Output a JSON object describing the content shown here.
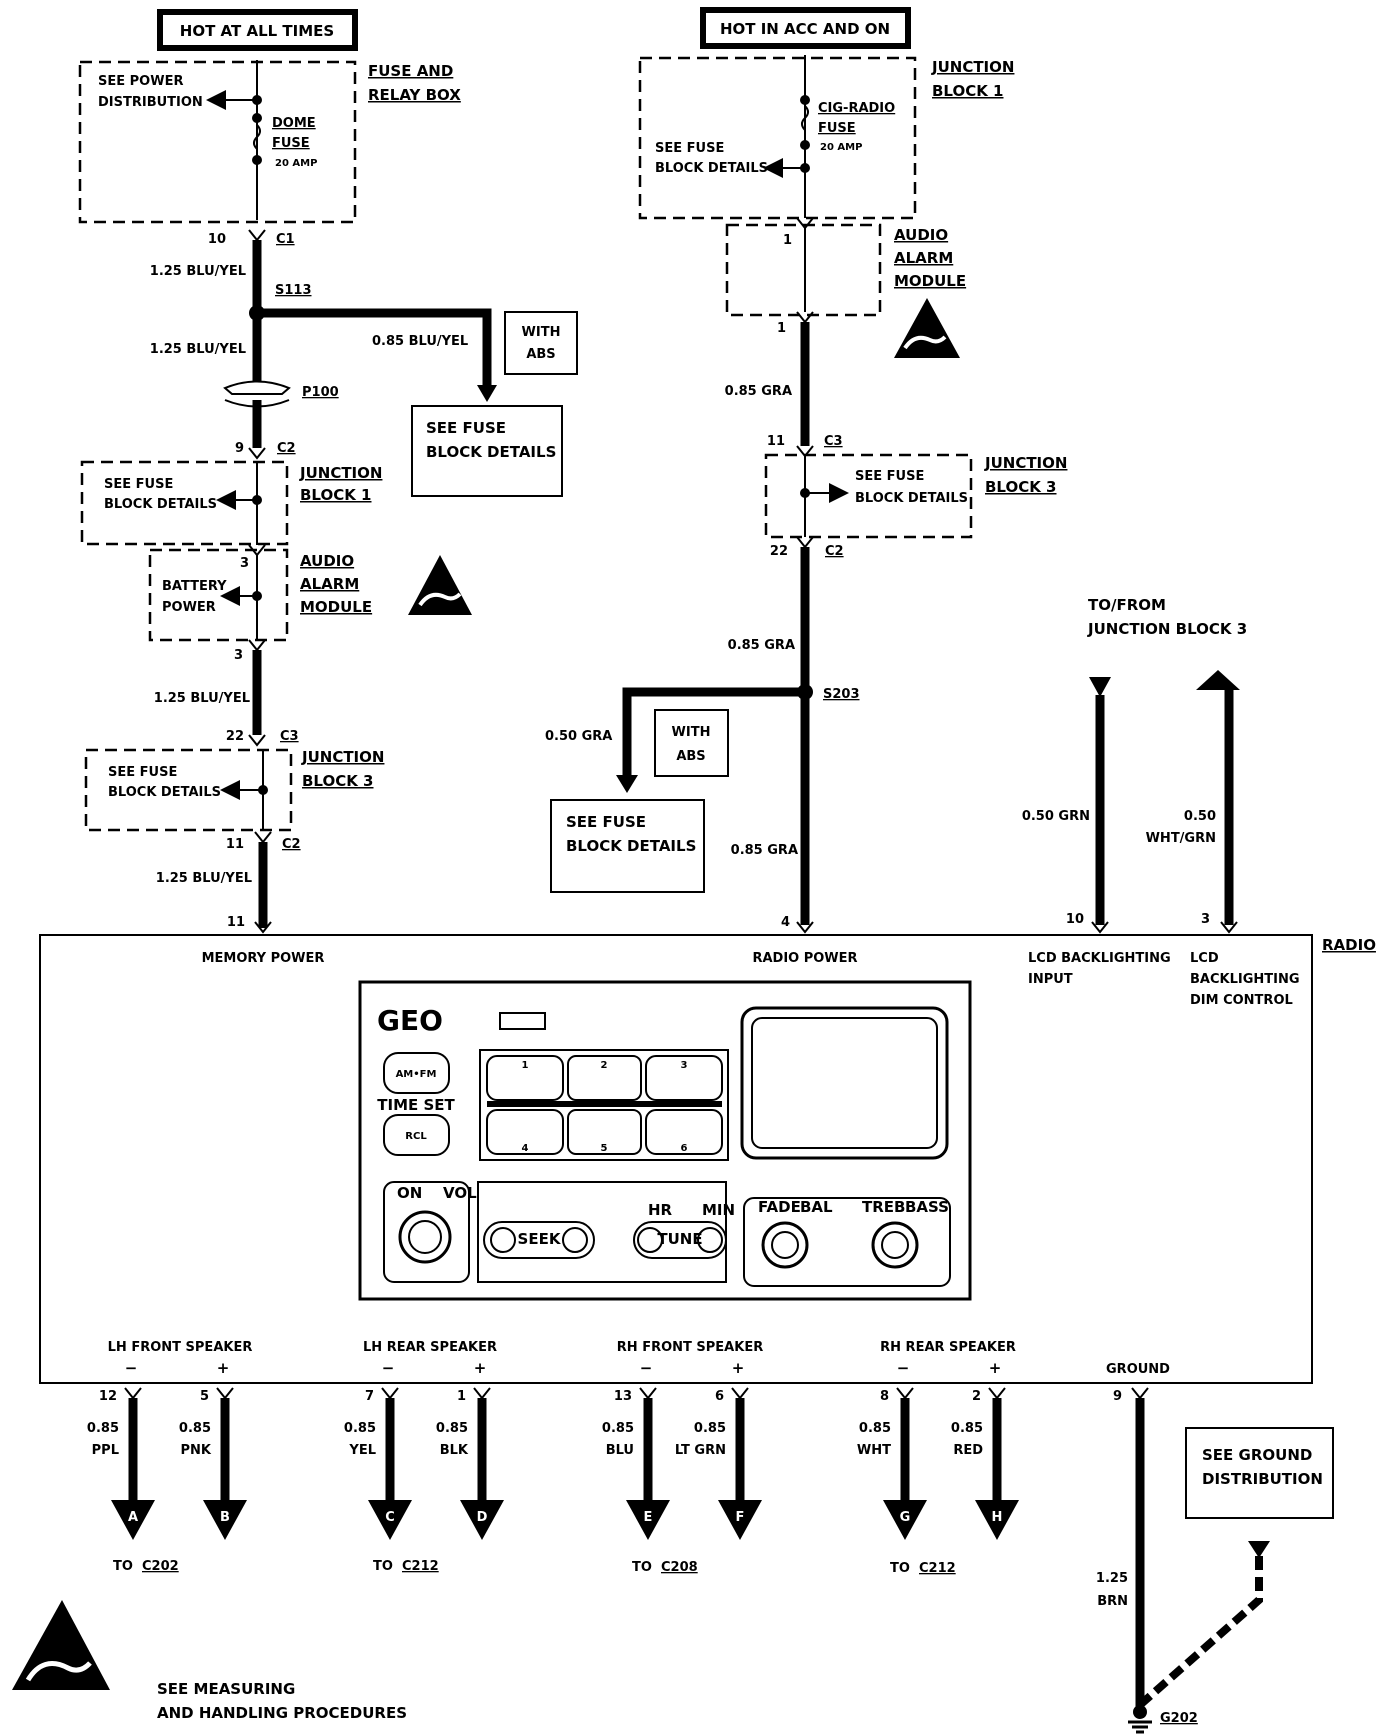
{
  "headers": {
    "hot_all_times": "HOT AT ALL TIMES",
    "hot_acc_on": "HOT IN ACC AND ON"
  },
  "left_column": {
    "see_power_distribution": [
      "SEE POWER",
      "DISTRIBUTION"
    ],
    "dome_fuse": [
      "DOME",
      "FUSE"
    ],
    "dome_fuse_amp": "20 AMP",
    "fuse_relay_box": [
      "FUSE AND",
      "RELAY BOX"
    ],
    "pin_10": "10",
    "c1": "C1",
    "wire_a": "1.25 BLU/YEL",
    "splice": "S113",
    "wire_b": "1.25 BLU/YEL",
    "branch_wire": "0.85 BLU/YEL",
    "with_abs": [
      "WITH",
      "ABS"
    ],
    "see_fuse_block": [
      "SEE FUSE",
      "BLOCK DETAILS"
    ],
    "p100": "P100",
    "pin_9": "9",
    "c2": "C2",
    "jb1_details": [
      "SEE FUSE",
      "BLOCK DETAILS"
    ],
    "junction_block_1": [
      "JUNCTION",
      "BLOCK 1"
    ],
    "pin_3_in": "3",
    "battery_power": [
      "BATTERY",
      "POWER"
    ],
    "audio_alarm_module": [
      "AUDIO",
      "ALARM",
      "MODULE"
    ],
    "pin_3_out": "3",
    "wire_c": "1.25 BLU/YEL",
    "pin_22": "22",
    "c3": "C3",
    "jb3_details": [
      "SEE FUSE",
      "BLOCK DETAILS"
    ],
    "junction_block_3": [
      "JUNCTION",
      "BLOCK 3"
    ],
    "pin_11": "11",
    "c2b": "C2",
    "wire_d": "1.25 BLU/YEL",
    "pin_11_radio": "11"
  },
  "right_column": {
    "junction_block_1": [
      "JUNCTION",
      "BLOCK 1"
    ],
    "cig_radio_fuse": [
      "CIG-RADIO",
      "FUSE"
    ],
    "cig_fuse_amp": "20 AMP",
    "see_fuse_block": [
      "SEE FUSE",
      "BLOCK DETAILS"
    ],
    "pin_1_in": "1",
    "audio_alarm_module": [
      "AUDIO",
      "ALARM",
      "MODULE"
    ],
    "pin_1_out": "1",
    "wire_a": "0.85 GRA",
    "pin_11": "11",
    "c3": "C3",
    "jb3_details": [
      "SEE FUSE",
      "BLOCK DETAILS"
    ],
    "junction_block_3": [
      "JUNCTION",
      "BLOCK 3"
    ],
    "pin_22": "22",
    "c2": "C2",
    "wire_b": "0.85 GRA",
    "splice": "S203",
    "branch_wire": "0.50 GRA",
    "with_abs": [
      "WITH",
      "ABS"
    ],
    "see_fuse_block_2": [
      "SEE FUSE",
      "BLOCK DETAILS"
    ],
    "wire_c": "0.85 GRA",
    "pin_4": "4"
  },
  "lcd": {
    "to_from": [
      "TO/FROM",
      "JUNCTION BLOCK 3"
    ],
    "wire_grn": "0.50 GRN",
    "wire_wht": [
      "0.50",
      "WHT/GRN"
    ],
    "pin_10": "10",
    "pin_3": "3"
  },
  "radio": {
    "label": "RADIO",
    "memory_power": "MEMORY POWER",
    "radio_power": "RADIO POWER",
    "lcd_input": [
      "LCD BACKLIGHTING",
      "INPUT"
    ],
    "lcd_dim": [
      "LCD",
      "BACKLIGHTING",
      "DIM CONTROL"
    ],
    "face": {
      "brand": "GEO",
      "presets": [
        "1",
        "2",
        "3",
        "4",
        "5",
        "6"
      ],
      "am_fm": "AM•FM",
      "time_set": "TIME SET",
      "rcl": "RCL",
      "on": "ON",
      "vol": "VOL",
      "seek": "SEEK",
      "tune": "TUNE",
      "hr": "HR",
      "min": "MIN",
      "fade": "FADE",
      "bal": "BAL",
      "treb": "TREB",
      "bass": "BASS"
    },
    "groups": [
      {
        "label": "LH FRONT SPEAKER",
        "to": "C202"
      },
      {
        "label": "LH REAR SPEAKER",
        "to": "C212"
      },
      {
        "label": "RH FRONT SPEAKER",
        "to": "C208"
      },
      {
        "label": "RH REAR SPEAKER",
        "to": "C212"
      }
    ],
    "to_prefix": "TO",
    "ground": "GROUND"
  },
  "speaker_wires": [
    {
      "pin": "12",
      "sign": "−",
      "size": "0.85",
      "color": "PPL",
      "letter": "A"
    },
    {
      "pin": "5",
      "sign": "+",
      "size": "0.85",
      "color": "PNK",
      "letter": "B"
    },
    {
      "pin": "7",
      "sign": "−",
      "size": "0.85",
      "color": "YEL",
      "letter": "C"
    },
    {
      "pin": "1",
      "sign": "+",
      "size": "0.85",
      "color": "BLK",
      "letter": "D"
    },
    {
      "pin": "13",
      "sign": "−",
      "size": "0.85",
      "color": "BLU",
      "letter": "E"
    },
    {
      "pin": "6",
      "sign": "+",
      "size": "0.85",
      "color": "LT GRN",
      "letter": "F"
    },
    {
      "pin": "8",
      "sign": "−",
      "size": "0.85",
      "color": "WHT",
      "letter": "G"
    },
    {
      "pin": "2",
      "sign": "+",
      "size": "0.85",
      "color": "RED",
      "letter": "H"
    }
  ],
  "ground": {
    "pin": "9",
    "wire": [
      "1.25",
      "BRN"
    ],
    "see_ground": [
      "SEE GROUND",
      "DISTRIBUTION"
    ],
    "g202": "G202"
  },
  "footer": {
    "esd_note": [
      "SEE MEASURING",
      "AND HANDLING PROCEDURES"
    ]
  }
}
